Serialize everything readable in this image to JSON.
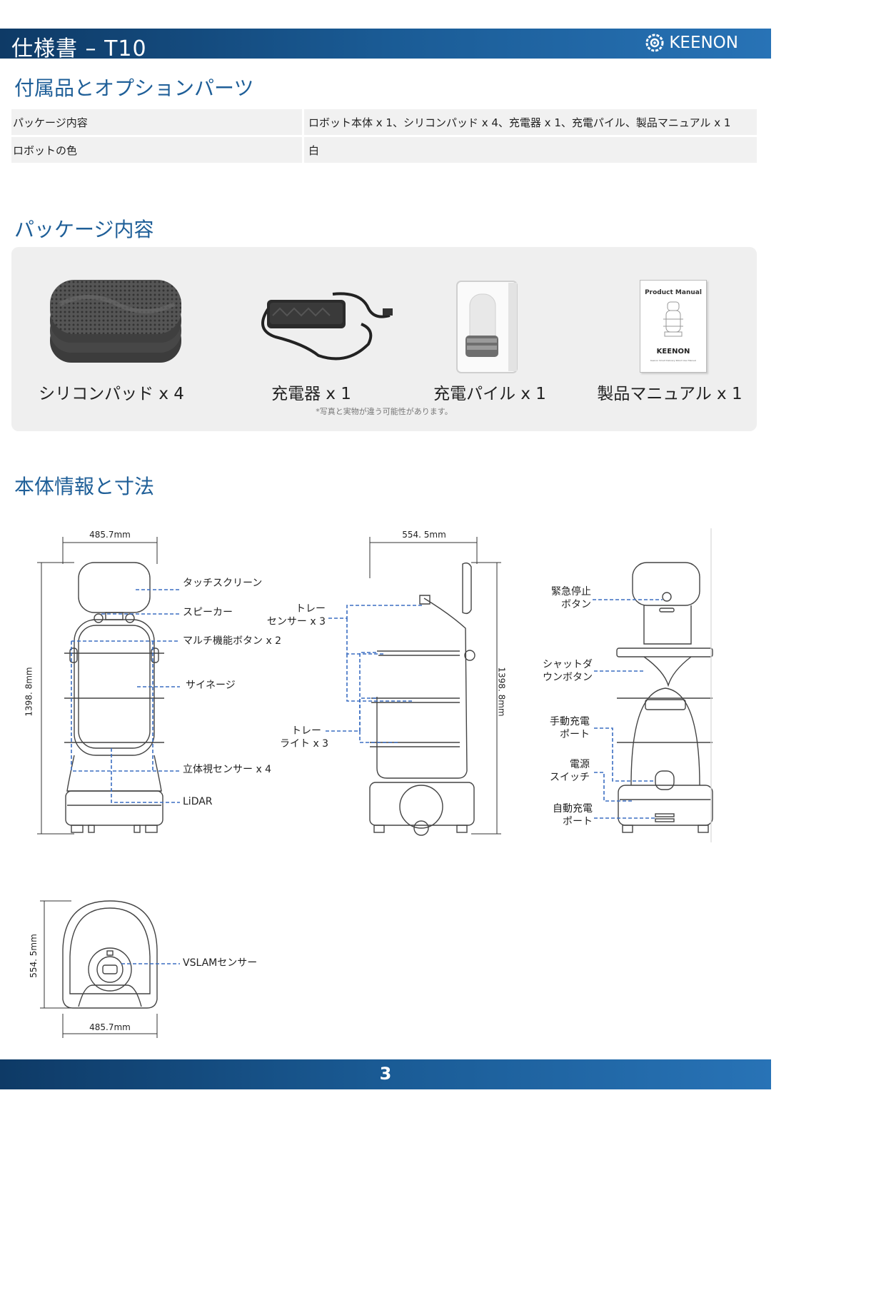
{
  "header": {
    "title": "仕様書 – T10",
    "brand": "KEENON"
  },
  "sections": {
    "accessories": "付属品とオプションパーツ",
    "package": "パッケージ内容",
    "dimensions": "本体情報と寸法"
  },
  "spec_rows": [
    {
      "label": "パッケージ内容",
      "value": "ロボット本体 x 1、シリコンパッド x 4、充電器 x 1、充電パイル、製品マニュアル x 1"
    },
    {
      "label": "ロボットの色",
      "value": "白"
    }
  ],
  "package_items": [
    {
      "label": "シリコンパッド x 4",
      "icon": "silicone-pad-icon"
    },
    {
      "label": "充電器 x 1",
      "icon": "charger-icon"
    },
    {
      "label": "充電パイル x 1",
      "icon": "charging-pile-icon"
    },
    {
      "label": "製品マニュアル x 1",
      "icon": "manual-icon"
    }
  ],
  "manual_cover": {
    "title": "Product Manual",
    "brand": "KEENON",
    "subtitle": "Keenon Smart Delivery Robot User Manual"
  },
  "package_note": "*写真と実物が違う可能性があります。",
  "dims": {
    "width": "485.7mm",
    "depth": "554. 5mm",
    "height": "1398. 8mm",
    "top_depth": "554. 5mm",
    "top_width": "485.7mm"
  },
  "front_callouts": {
    "touchscreen": "タッチスクリーン",
    "speaker": "スピーカー",
    "multi_button": "マルチ機能ボタン x 2",
    "signage": "サイネージ",
    "stereo_sensor": "立体視センサー x 4",
    "lidar": "LiDAR"
  },
  "side_callouts": {
    "tray_sensor_1": "トレー",
    "tray_sensor_2": "センサー x 3",
    "tray_light_1": "トレー",
    "tray_light_2": "ライト x 3"
  },
  "back_callouts": {
    "estop_1": "緊急停止",
    "estop_2": "ボタン",
    "shutdown_1": "シャットダ",
    "shutdown_2": "ウンボタン",
    "manual_charge_1": "手動充電",
    "manual_charge_2": "ポート",
    "power_1": "電源",
    "power_2": "スイッチ",
    "auto_charge_1": "自動充電",
    "auto_charge_2": "ポート"
  },
  "top_callouts": {
    "vslam": "VSLAMセンサー"
  },
  "footer": {
    "page": "3"
  },
  "colors": {
    "header": "#1a5b95",
    "heading": "#1f5f98",
    "callout_line": "#3b6ec2"
  }
}
